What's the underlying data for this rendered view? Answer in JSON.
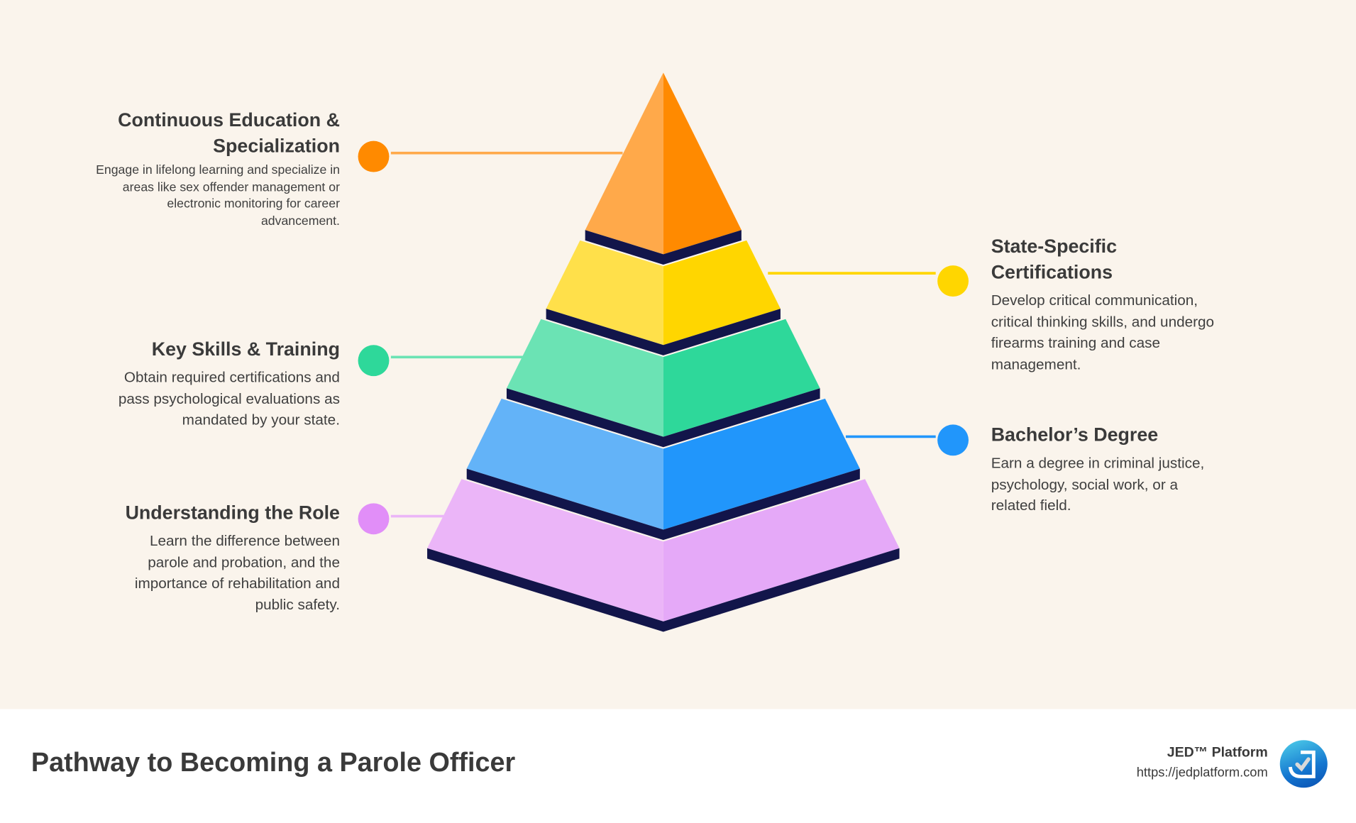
{
  "colors": {
    "background": "#faf4ec",
    "band": "#12154a"
  },
  "layers": [
    {
      "title": "Continuous Education & Specialization",
      "title_lines": [
        "Continuous Education &",
        "Specialization"
      ],
      "description": "Engage in lifelong learning and specialize in areas like sex offender management or electronic monitoring for career advancement.",
      "light": "#ffa94a",
      "dark": "#ff8a00",
      "dot": "#ff8a00",
      "line": "#ffa94a"
    },
    {
      "title": "State-Specific Certifications",
      "title_lines": [
        "State-Specific",
        "Certifications"
      ],
      "description": "Develop critical communication, critical thinking skills, and undergo firearms training and case management.",
      "light": "#ffe04a",
      "dark": "#ffd600",
      "dot": "#ffd600",
      "line": "#ffd600"
    },
    {
      "title": "Key Skills & Training",
      "description": "Obtain required certifications and pass psychological evaluations as mandated by your state.",
      "light": "#6be3b4",
      "dark": "#2ed89a",
      "dot": "#2ed89a",
      "line": "#6be3b4"
    },
    {
      "title": "Bachelor’s Degree",
      "description": "Earn a degree in criminal justice, psychology, social work, or a related field.",
      "light": "#63b3f8",
      "dark": "#2196fb",
      "dot": "#2196fb",
      "line": "#2196fb"
    },
    {
      "title": "Understanding the Role",
      "description": "Learn the difference between parole and probation, and the importance of rehabilitation and public safety.",
      "light": "#ebb5f8",
      "dark": "#e5a9f8",
      "dot": "#e18ef8",
      "line": "#ebb5f8"
    }
  ],
  "footer": {
    "title": "Pathway to Becoming a Parole Officer",
    "brand_name": "JED™ Platform",
    "brand_url": "https://jedplatform.com",
    "logo_icon": "jed-check-logo"
  }
}
